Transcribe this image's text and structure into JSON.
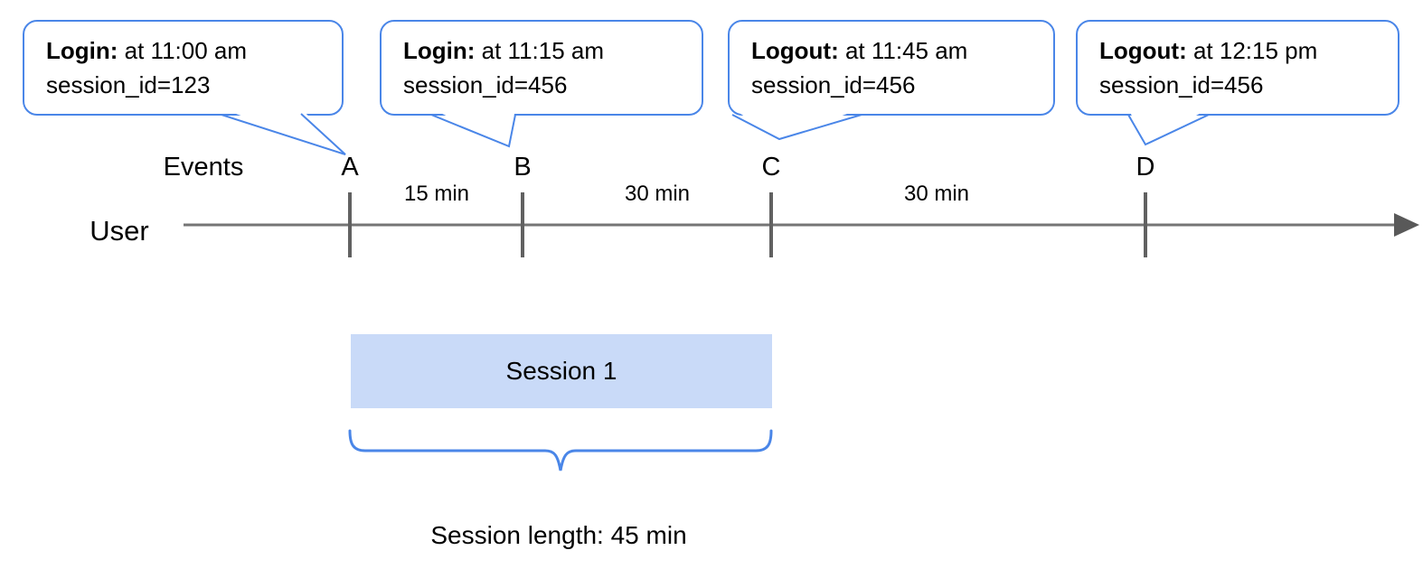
{
  "colors": {
    "accent": "#4a86e8",
    "session_fill": "#c9daf8",
    "axis": "#757575",
    "tick": "#616161",
    "text": "#000000"
  },
  "callouts": [
    {
      "points_to": "A",
      "bold": "Login:",
      "rest": " at 11:00 am",
      "line2": "session_id=123"
    },
    {
      "points_to": "B",
      "bold": "Login:",
      "rest": " at 11:15 am",
      "line2": "session_id=456"
    },
    {
      "points_to": "C",
      "bold": "Logout:",
      "rest": " at 11:45 am",
      "line2": "session_id=456"
    },
    {
      "points_to": "D",
      "bold": "Logout:",
      "rest": " at 12:15 pm",
      "line2": "session_id=456"
    }
  ],
  "timeline": {
    "axis_label": "Events",
    "row_label": "User",
    "events": [
      {
        "label": "A"
      },
      {
        "label": "B"
      },
      {
        "label": "C"
      },
      {
        "label": "D"
      }
    ],
    "intervals": [
      {
        "label": "15 min"
      },
      {
        "label": "30 min"
      },
      {
        "label": "30 min"
      }
    ]
  },
  "session": {
    "label": "Session 1",
    "length_label": "Session length: 45 min"
  }
}
